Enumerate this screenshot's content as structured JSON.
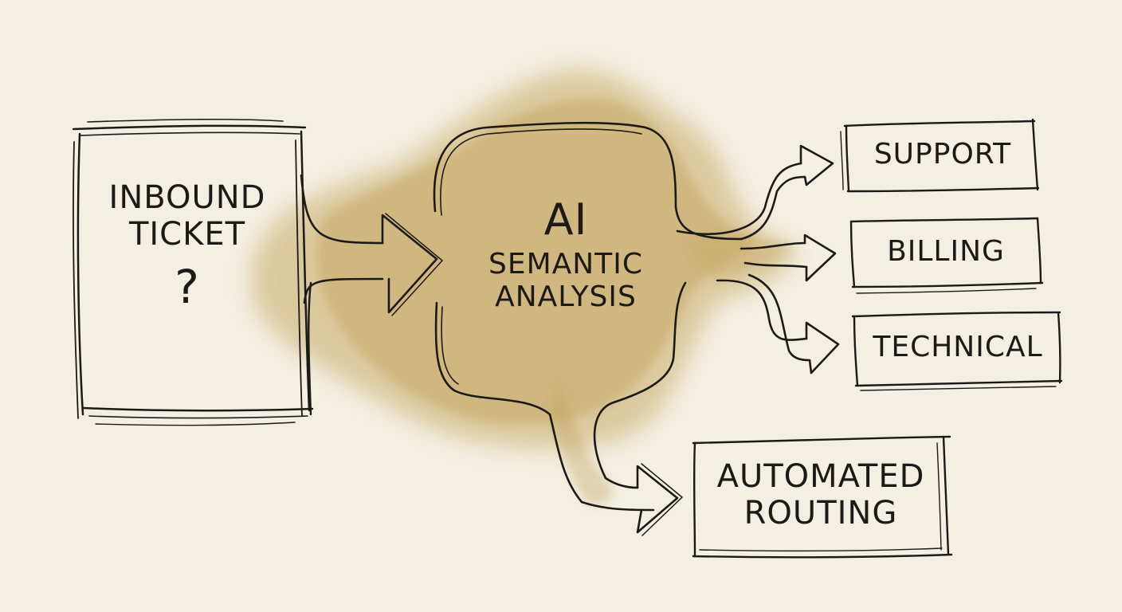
{
  "colors": {
    "paper": "#f3efe2",
    "wash": "#c7a865",
    "ink": "#1b1a18"
  },
  "diagram": {
    "inbound": {
      "line1": "INBOUND",
      "line2": "TICKET",
      "mark": "?"
    },
    "ai": {
      "line1": "AI",
      "line2": "SEMANTIC",
      "line3": "ANALYSIS"
    },
    "outputs": {
      "support": "SUPPORT",
      "billing": "BILLING",
      "technical": "TECHNICAL"
    },
    "routing": {
      "line1": "AUTOMATED",
      "line2": "ROUTING"
    }
  }
}
